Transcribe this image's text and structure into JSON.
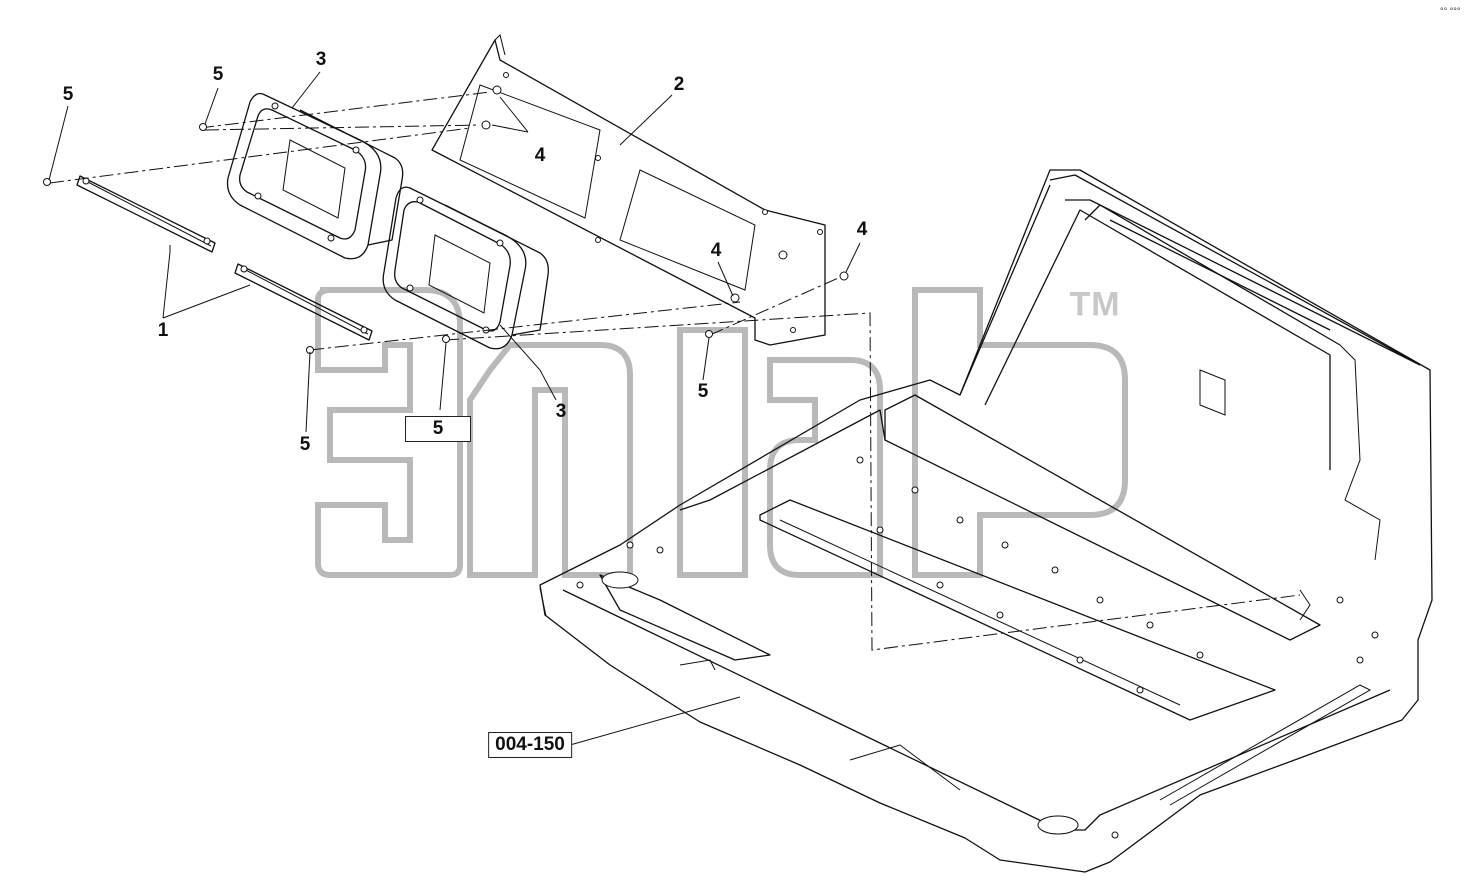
{
  "watermark": {
    "text": "элаг",
    "trademark": "TM"
  },
  "callouts": [
    {
      "id": "c1",
      "text": "1"
    },
    {
      "id": "c2",
      "text": "2"
    },
    {
      "id": "c3a",
      "text": "3"
    },
    {
      "id": "c3b",
      "text": "3"
    },
    {
      "id": "c4a",
      "text": "4"
    },
    {
      "id": "c4b",
      "text": "4"
    },
    {
      "id": "c4c",
      "text": "4"
    },
    {
      "id": "c5a",
      "text": "5"
    },
    {
      "id": "c5b",
      "text": "5"
    },
    {
      "id": "c5c",
      "text": "5"
    },
    {
      "id": "c5d",
      "text": "5"
    },
    {
      "id": "c5e",
      "text": "5"
    }
  ],
  "reference_label": "004-150",
  "corner_mark": "°° °°°"
}
